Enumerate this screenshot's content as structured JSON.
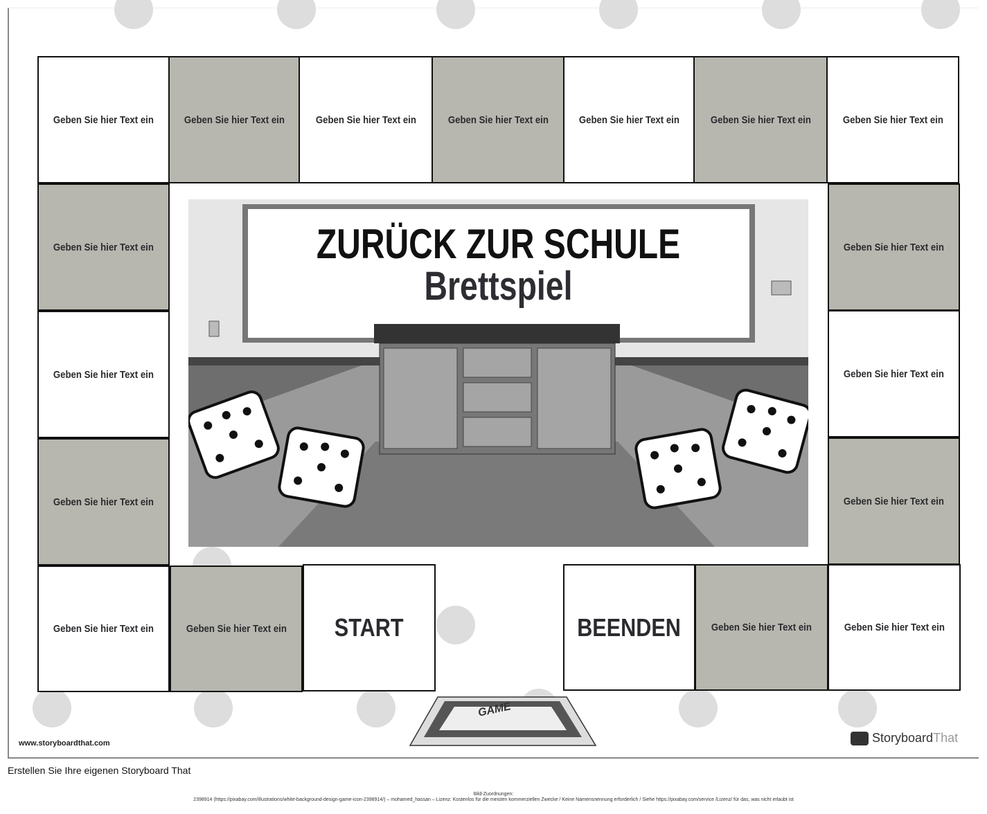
{
  "board": {
    "title": "ZURÜCK ZUR SCHULE",
    "subtitle": "Brettspiel",
    "placeholder": "Geben Sie hier Text ein",
    "start": "START",
    "finish": "BEENDEN",
    "game_label": "GAME",
    "colors": {
      "gray_cell": "#b7b7af",
      "white_cell": "#ffffff"
    }
  },
  "footer": {
    "website": "www.storyboardthat.com",
    "brand_a": "Storyboard",
    "brand_b": "That",
    "create": "Erstellen Sie Ihre eigenen Storyboard That",
    "attr_title": "Bild-Zuordnungen:",
    "attr_text": "2398914 (https://pixabay.com/illustrations/white-background-design-game-icon-2398914/) – mohamed_hassan – Lizenz: Kostenlos für die meisten kommerziellen Zwecke / Keine Namensnennung erforderlich / Siehe https://pixabay.com/service /Lizenz/ für das, was nicht erlaubt ist"
  }
}
